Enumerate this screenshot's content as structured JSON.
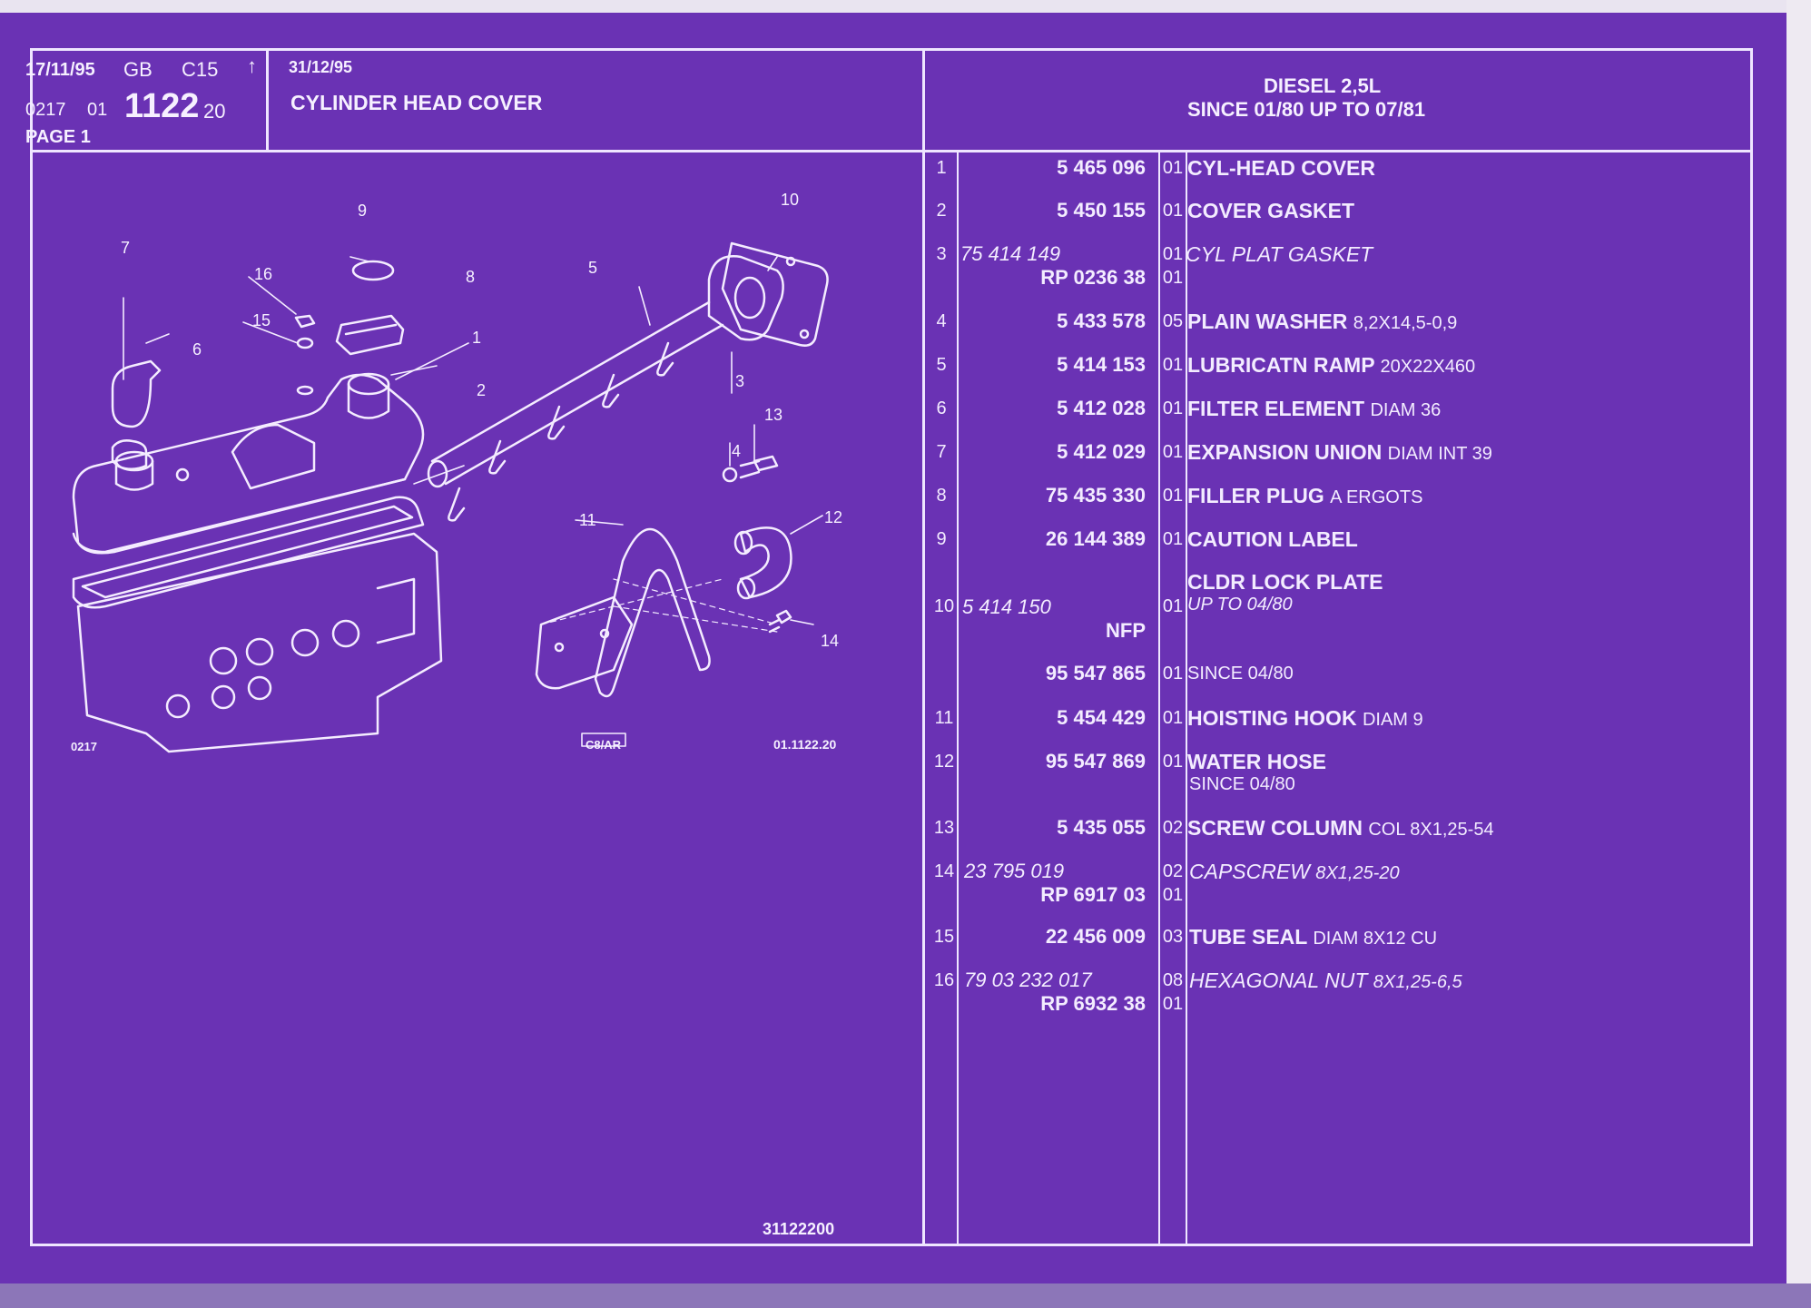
{
  "header": {
    "date": "17/11/95",
    "lang": "GB",
    "model": "C15",
    "arrow": "↑",
    "doc_code": "0217",
    "doc_sub": "01",
    "group_number": "1122",
    "group_suffix": "20",
    "page_label": "PAGE 1",
    "update_date": "31/12/95",
    "title": "CYLINDER HEAD COVER",
    "engine_line1": "DIESEL 2,5L",
    "engine_line2": "SINCE 01/80 UP TO 07/81"
  },
  "diagram": {
    "callouts": [
      "1",
      "2",
      "3",
      "4",
      "5",
      "6",
      "7",
      "8",
      "9",
      "10",
      "11",
      "12",
      "13",
      "14",
      "15",
      "16"
    ],
    "code_left": "0217",
    "code_mid": "C8/AR",
    "code_right": "01.1122.20",
    "footer_code": "31122200"
  },
  "parts": [
    {
      "no": "1",
      "ref": "5 465 096",
      "qty": "01",
      "name": "CYL-HEAD COVER",
      "detail": ""
    },
    {
      "no": "2",
      "ref": "5 450 155",
      "qty": "01",
      "name": "COVER GASKET",
      "detail": ""
    },
    {
      "no": "3",
      "ref_italic": "75 414 149",
      "ref": "RP 0236 38",
      "qty": "01",
      "qty2": "01",
      "name_italic": "CYL PLAT GASKET"
    },
    {
      "no": "4",
      "ref": "5 433 578",
      "qty": "05",
      "name": "PLAIN WASHER",
      "detail": "8,2X14,5-0,9"
    },
    {
      "no": "5",
      "ref": "5 414 153",
      "qty": "01",
      "name": "LUBRICATN RAMP",
      "detail": "20X22X460"
    },
    {
      "no": "6",
      "ref": "5 412 028",
      "qty": "01",
      "name": "FILTER ELEMENT",
      "detail": "DIAM 36"
    },
    {
      "no": "7",
      "ref": "5 412 029",
      "qty": "01",
      "name": "EXPANSION UNION",
      "detail": "DIAM INT 39"
    },
    {
      "no": "8",
      "ref": "75 435 330",
      "qty": "01",
      "name": "FILLER PLUG",
      "detail": "A ERGOTS"
    },
    {
      "no": "9",
      "ref": "26 144 389",
      "qty": "01",
      "name": "CAUTION LABEL",
      "detail": ""
    },
    {
      "no": "10",
      "name": "CLDR LOCK PLATE",
      "ref_italic": "5 414 150",
      "ref": "NFP",
      "qty": "01",
      "detail_italic": "UP TO 04/80",
      "ref_b": "95 547 865",
      "qty_b": "01",
      "detail_b": "SINCE 04/80"
    },
    {
      "no": "11",
      "ref": "5 454 429",
      "qty": "01",
      "name": "HOISTING HOOK",
      "detail": "DIAM 9"
    },
    {
      "no": "12",
      "ref": "95 547 869",
      "qty": "01",
      "name": "WATER HOSE",
      "detail": "SINCE 04/80"
    },
    {
      "no": "13",
      "ref": "5 435 055",
      "qty": "02",
      "name": "SCREW COLUMN",
      "detail": "COL 8X1,25-54"
    },
    {
      "no": "14",
      "ref_italic": "23 795 019",
      "ref": "RP 6917 03",
      "qty": "02",
      "qty2": "01",
      "name_italic": "CAPSCREW",
      "detail_italic": "8X1,25-20"
    },
    {
      "no": "15",
      "ref": "22 456 009",
      "qty": "03",
      "name": "TUBE SEAL",
      "detail": "DIAM 8X12 CU"
    },
    {
      "no": "16",
      "ref_italic": "79 03 232 017",
      "ref": "RP 6932 38",
      "qty": "08",
      "qty2": "01",
      "name_italic": "HEXAGONAL NUT",
      "detail_italic": "8X1,25-6,5"
    }
  ]
}
